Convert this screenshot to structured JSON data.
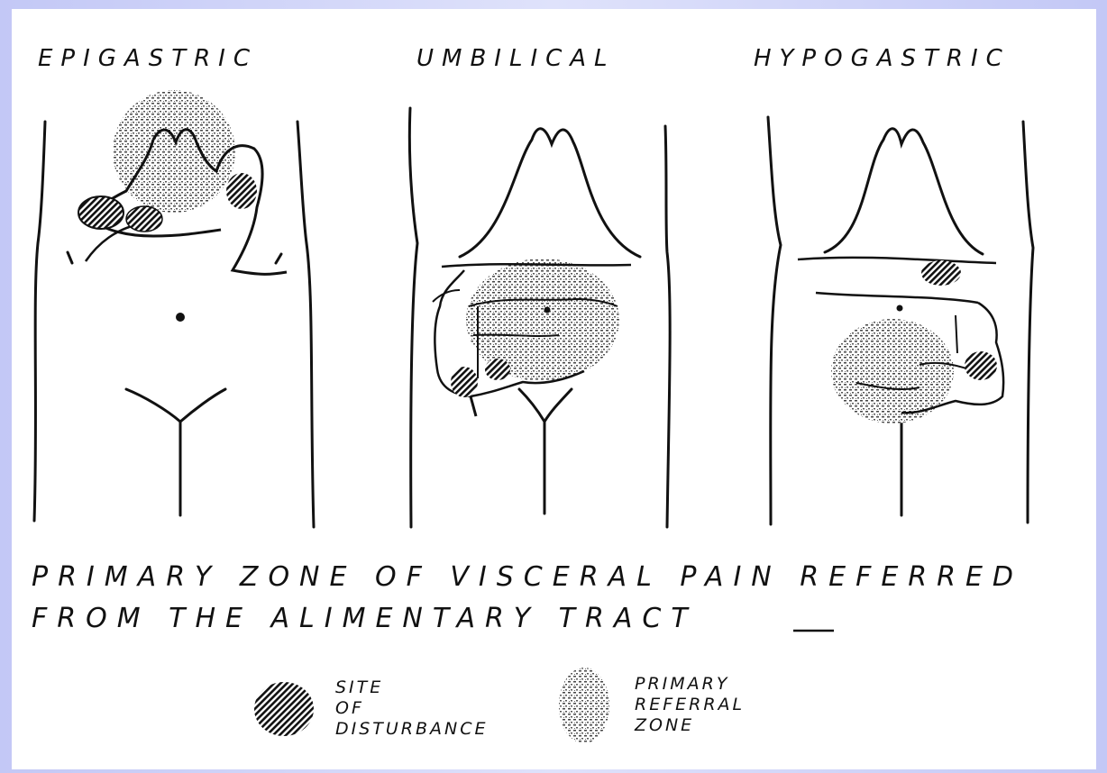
{
  "figure": {
    "region_labels": {
      "epigastric": "EPIGASTRIC",
      "umbilical": "UMBILICAL",
      "hypogastric": "HYPOGASTRIC"
    },
    "caption": {
      "line1": "PRIMARY ZONE OF VISCERAL PAIN REFERRED",
      "line2": "FROM THE ALIMENTARY TRACT"
    },
    "legend": {
      "site": {
        "line1": "SITE",
        "line2": "OF",
        "line3": "DISTURBANCE"
      },
      "referral": {
        "line1": "PRIMARY",
        "line2": "REFERRAL",
        "line3": "ZONE"
      }
    },
    "colors": {
      "ink": "#111111",
      "paper": "#ffffff",
      "border": "#c3c8f6"
    }
  }
}
